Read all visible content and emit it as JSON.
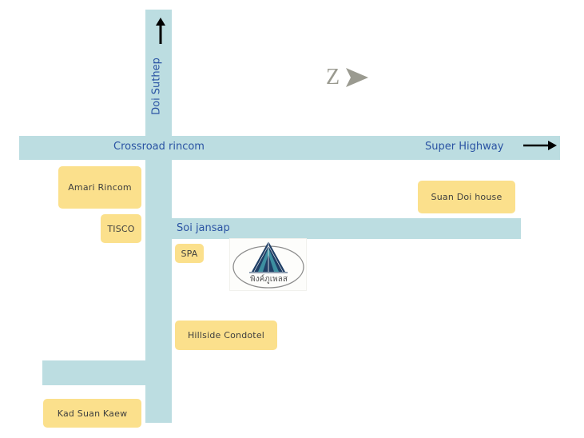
{
  "roads": {
    "doi_suthep": "Doi Suthep",
    "crossroad": "Crossroad rincom",
    "super_highway": "Super Highway",
    "soi_jansap": "Soi jansap"
  },
  "places": {
    "amari_rincom": "Amari Rincom",
    "tisco": "TISCO",
    "spa": "SPA",
    "suan_doi_house": "Suan Doi house",
    "hillside_condotel": "Hillside Condotel",
    "kad_suan_kaew": "Kad Suan Kaew"
  },
  "compass": {
    "letter": "Z"
  },
  "logo": {
    "icon": "hotel-logo-triangle-icon",
    "script_text": "พิงค์ภูเพลส"
  },
  "colors": {
    "road": "#bcdde1",
    "label_box": "#fbe08c",
    "road_text": "#2a53a3",
    "logo_navy": "#1f3f66",
    "logo_teal": "#3d8fa0"
  }
}
